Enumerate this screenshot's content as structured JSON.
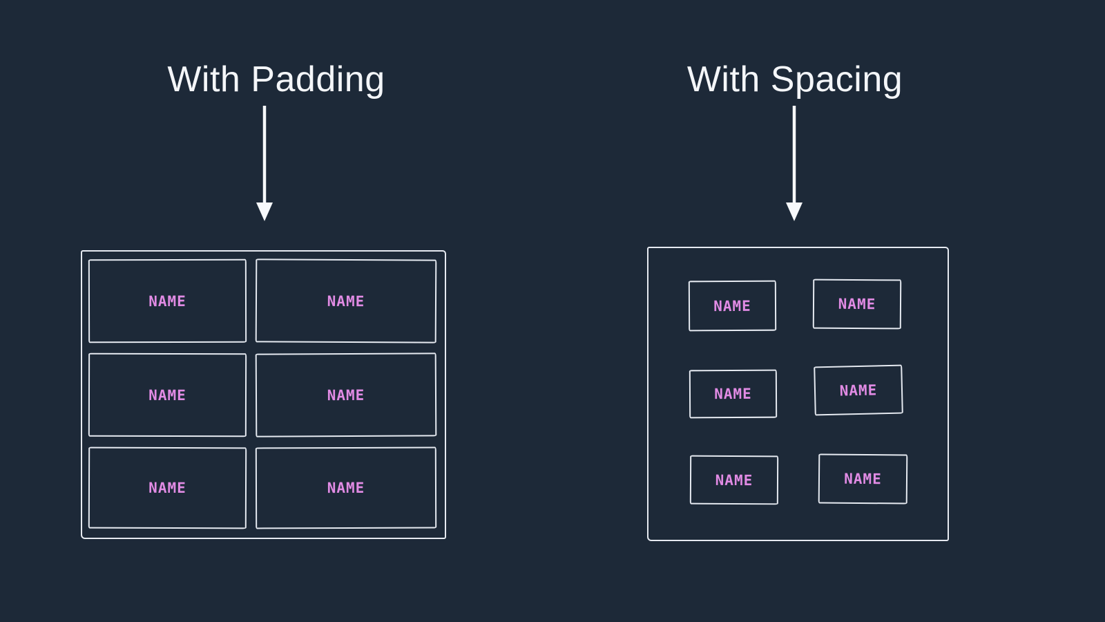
{
  "colors": {
    "background": "#1d2938",
    "stroke": "#e6eaf1",
    "title_text": "#f4f6f9",
    "label_text": "#e18be4"
  },
  "panels": [
    {
      "id": "with-padding",
      "title": "With Padding",
      "arrow_icon": "down-arrow",
      "box_labels": [
        "NAME",
        "NAME",
        "NAME",
        "NAME",
        "NAME",
        "NAME"
      ]
    },
    {
      "id": "with-spacing",
      "title": "With Spacing",
      "arrow_icon": "down-arrow",
      "box_labels": [
        "NAME",
        "NAME",
        "NAME",
        "NAME",
        "NAME",
        "NAME"
      ]
    }
  ]
}
